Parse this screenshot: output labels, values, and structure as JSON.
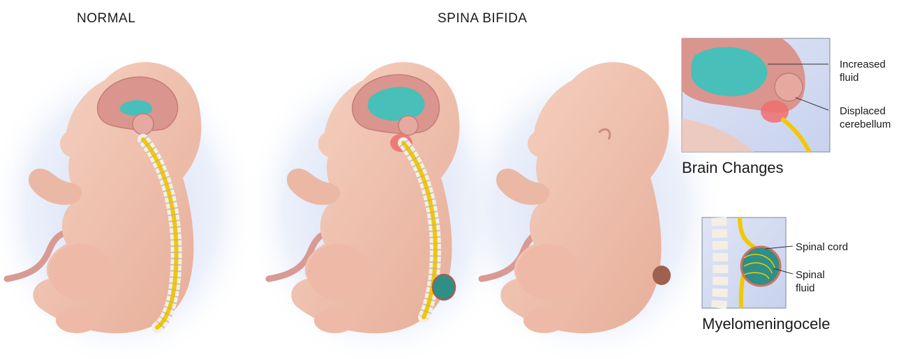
{
  "headings": {
    "normal": "NORMAL",
    "spina_bifida": "SPINA BIFIDA"
  },
  "insets": {
    "brain": {
      "caption": "Brain Changes",
      "callouts": {
        "fluid_line1": "Increased",
        "fluid_line2": "fluid",
        "cerebellum_line1": "Displaced",
        "cerebellum_line2": "cerebellum"
      }
    },
    "spine": {
      "caption": "Myelomeningocele",
      "callouts": {
        "cord": "Spinal cord",
        "fluid_line1": "Spinal",
        "fluid_line2": "fluid"
      }
    }
  },
  "colors": {
    "skin": "#f2c6b4",
    "skin_shade": "#e2a895",
    "brain": "#d9958e",
    "csf": "#49bfb9",
    "spinal_cord": "#f2c800",
    "vertebrae": "#f5eee5",
    "glow": "#c9d6f2",
    "sac": "#a06050"
  }
}
